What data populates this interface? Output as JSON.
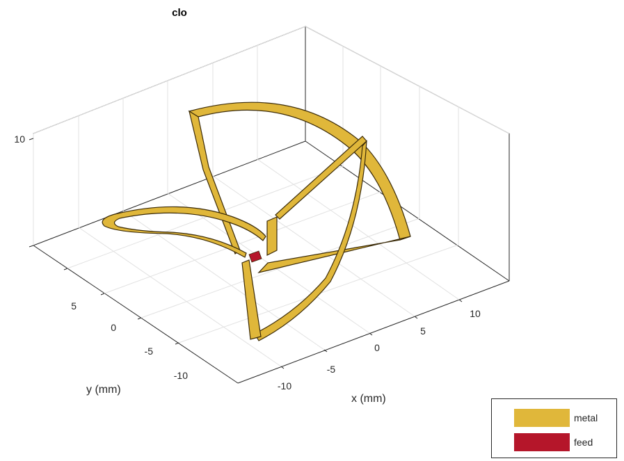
{
  "chart_data": {
    "type": "3d-structure",
    "title": "clo",
    "xlabel": "x (mm)",
    "ylabel": "y (mm)",
    "zlabel": "",
    "x_ticks": [
      "-10",
      "-5",
      "0",
      "5",
      "10"
    ],
    "y_ticks": [
      "5",
      "0",
      "-5",
      "-10"
    ],
    "z_ticks": [
      "10"
    ],
    "grid": true,
    "legend_position": "bottom-right",
    "legend": [
      {
        "label": "metal",
        "color": "#E0B73A"
      },
      {
        "label": "feed",
        "color": "#B5162A"
      }
    ]
  }
}
